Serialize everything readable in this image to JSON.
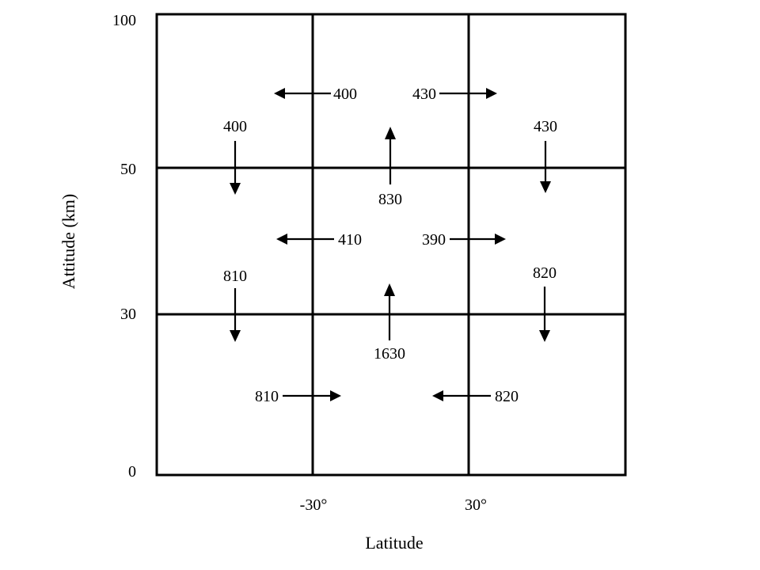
{
  "axes": {
    "xlabel": "Latitude",
    "ylabel": "Attitude (km)",
    "x_ticks": [
      "-30°",
      "30°"
    ],
    "y_ticks": [
      "100",
      "50",
      "30",
      "0"
    ]
  },
  "flows": {
    "upper_left_out": "400",
    "upper_right_out": "430",
    "upper_left_down": "400",
    "upper_right_down": "430",
    "upper_center_up": "830",
    "middle_left_out": "410",
    "middle_right_out": "390",
    "middle_left_down": "810",
    "middle_right_down": "820",
    "lower_center_up": "1630",
    "lower_left_in": "810",
    "lower_right_in": "820"
  }
}
